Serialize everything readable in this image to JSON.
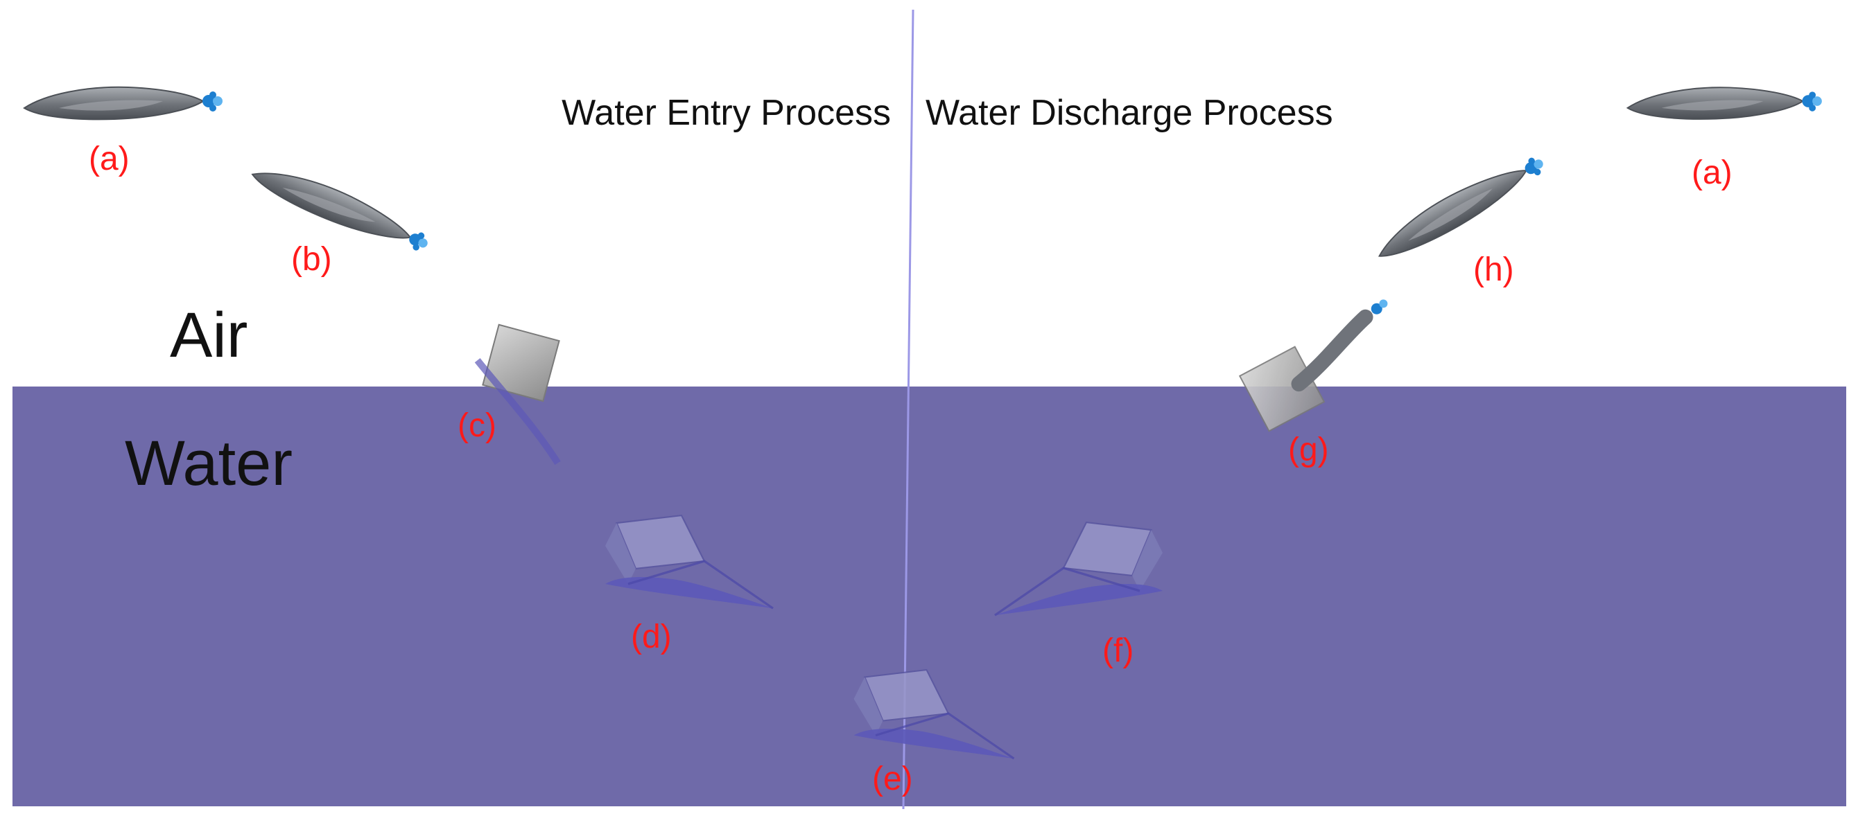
{
  "headings": {
    "entry": "Water Entry Process",
    "discharge": "Water Discharge Process"
  },
  "regions": {
    "air": "Air",
    "water": "Water"
  },
  "stage_labels": {
    "a_left": "(a)",
    "b": "(b)",
    "c": "(c)",
    "d": "(d)",
    "e": "(e)",
    "f": "(f)",
    "g": "(g)",
    "h": "(h)",
    "a_right": "(a)"
  },
  "colors": {
    "water": "#6f6aa9",
    "divider": "#9c98e6",
    "label": "#ff1a1a",
    "text": "#111111",
    "body_gray": "#7c8086",
    "thruster_blue": "#1d7fd0"
  }
}
